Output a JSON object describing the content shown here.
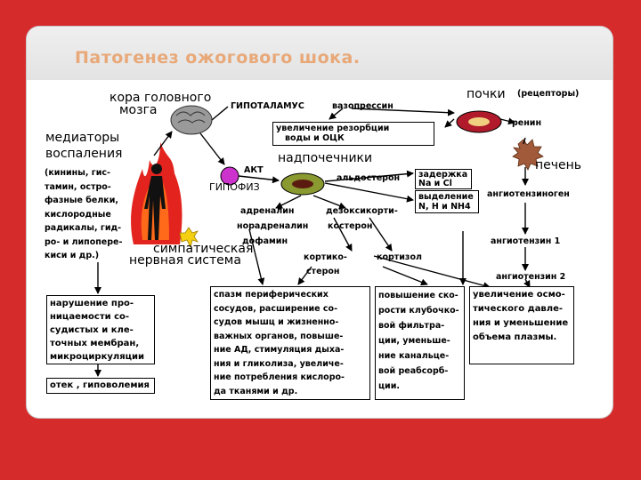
{
  "title": "Патогенез ожогового шока.",
  "labels": {
    "cortex_1": "кора головного",
    "cortex_2": "мозга",
    "hypothalamus": "ГИПОТАЛАМУС",
    "vasopressin": "вазопрессин",
    "kidneys": "почки",
    "receptors": "(рецепторы)",
    "renin": "ренин",
    "liver": "печень",
    "mediators_1": "медиаторы",
    "mediators_2": "воспаления",
    "mediators_list": [
      "(кинины, гис-",
      "тамин, остро-",
      "фазные белки,",
      "кислородные",
      "радикалы, гид-",
      "ро- и липопере-",
      "киси и др.)"
    ],
    "adrenal": "надпочечники",
    "acth": "АКТ",
    "hypophysis": "ГИПОФИЗ",
    "aldosterone": "альдостерон",
    "angiotensinogen": "ангиотензиноген",
    "adrenaline": "адреналин",
    "noradrenaline": "норадреналин",
    "dopamine": "дофамин",
    "deoxycortico_1": "дезоксикорти-",
    "deoxycortico_2": "костерон",
    "corticosterone_1": "кортико-",
    "corticosterone_2": "стерон",
    "cortisol": "кортизол",
    "angiotensin1": "ангиотензин 1",
    "angiotensin2": "ангиотензин 2",
    "sympathetic_1": "симпатическая",
    "sympathetic_2": "нервная система"
  },
  "boxes": {
    "reabsorption": [
      "увеличение резорбции",
      "воды и ОЦК"
    ],
    "retention": [
      "задержка",
      "Na и Cl"
    ],
    "excretion": [
      "выделение",
      "N, H и NH4"
    ],
    "permeability": [
      "нарушение про-",
      "ницаемости со-",
      "судистых и кле-",
      "точных мембран,",
      "микроциркуляции"
    ],
    "edema": [
      "отек , гиповолемия"
    ],
    "spasm": [
      "спазм периферических",
      "сосудов, расширение со-",
      "судов мышц и жизненно-",
      "важных органов, повыше-",
      "ние АД, стимуляция дыха-",
      "ния и гликолиза, увеличе-",
      "ние потребления кислоро-",
      "да тканями и др."
    ],
    "filtration": [
      "повышение ско-",
      "рости клубочко-",
      "вой фильтра-",
      "ции, уменьше-",
      "ние канальце-",
      "вой реабсорб-",
      "ции."
    ],
    "osmotic": [
      "увеличение осмо-",
      "тического давле-",
      "ния и уменьшение",
      "объема плазмы."
    ]
  }
}
